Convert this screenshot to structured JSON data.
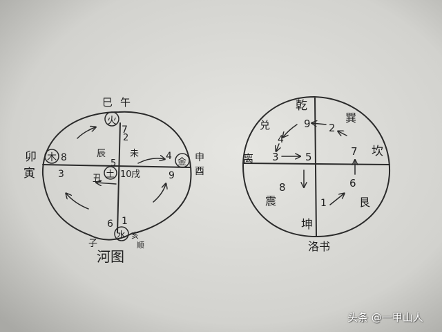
{
  "hetu": {
    "caption": "河图",
    "top_labels": [
      "巳",
      "午"
    ],
    "left_labels": [
      "卯",
      "寅"
    ],
    "right_labels": [
      "申",
      "酉"
    ],
    "bottom_labels": [
      "子"
    ],
    "bottom_right_notes": [
      "亥",
      "顺"
    ],
    "circled": {
      "top": "火",
      "left": "木",
      "center": "土",
      "right": "金",
      "bottom": "水"
    },
    "numbers": {
      "top_outer": "7",
      "top_inner": "2",
      "left_outer": "8",
      "left_inner": "3",
      "center": "5",
      "center_lower": "10",
      "right_inner": "4",
      "right_outer": "9",
      "bottom_outer": "6",
      "bottom_inner": "1"
    },
    "branch_marks": {
      "chen": "辰",
      "wei": "未",
      "chou": "丑",
      "xu": "戌"
    }
  },
  "luoshu": {
    "caption": "洛书",
    "trigrams": {
      "top": "乾",
      "top_left": "兑",
      "top_right": "巽",
      "left": "离",
      "right": "坎",
      "bottom_left": "震",
      "bottom": "坤",
      "bottom_right": "艮"
    },
    "numbers": {
      "n9": "9",
      "n2": "2",
      "n4": "4",
      "n3": "3",
      "n5": "5",
      "n7": "7",
      "n8": "8",
      "n6": "6",
      "n1": "1"
    }
  },
  "watermark": "头条 @一甲山人",
  "colors": {
    "paper": "#d7d7d3",
    "ink": "#2a2a2a"
  }
}
